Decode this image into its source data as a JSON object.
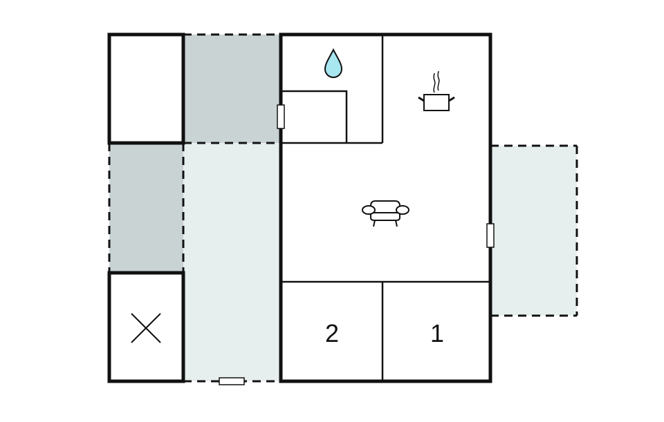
{
  "plan": {
    "type": "floor-plan",
    "colors": {
      "background": "#ffffff",
      "wall": "#111111",
      "covered_terrace": "#c9d3d4",
      "open_terrace": "#e6eeee",
      "water_icon": "#a8e6f0"
    },
    "rooms": [
      {
        "id": "outbuilding-top",
        "label": ""
      },
      {
        "id": "outbuilding-bottom",
        "label": "",
        "icon": "cross-icon"
      },
      {
        "id": "bathroom",
        "label": "",
        "icon": "water-drop-icon"
      },
      {
        "id": "shower",
        "label": ""
      },
      {
        "id": "kitchen",
        "label": "",
        "icon": "cooking-pot-icon"
      },
      {
        "id": "living-room",
        "label": "",
        "icon": "sofa-icon"
      },
      {
        "id": "bedroom-2",
        "label": "2"
      },
      {
        "id": "bedroom-1",
        "label": "1"
      }
    ],
    "areas": [
      {
        "id": "covered-terrace-top",
        "fill": "covered"
      },
      {
        "id": "covered-terrace-left",
        "fill": "covered"
      },
      {
        "id": "terrace-center",
        "fill": "open"
      },
      {
        "id": "terrace-right",
        "fill": "open"
      }
    ],
    "doors": [
      {
        "id": "door-bathroom-west"
      },
      {
        "id": "door-living-east"
      },
      {
        "id": "door-terrace-south"
      }
    ]
  }
}
